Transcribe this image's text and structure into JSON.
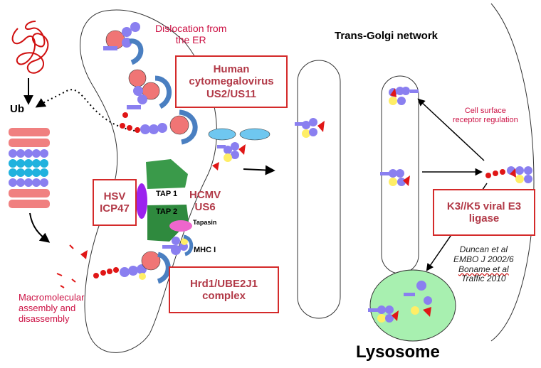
{
  "labels": {
    "ub": "Ub",
    "dislocation_line1": "Dislocation from",
    "dislocation_line2": "the ER",
    "trans_golgi": "Trans-Golgi network",
    "cell_surface_line1": "Cell surface",
    "cell_surface_line2": "receptor regulation",
    "tap1": "TAP 1",
    "tap2": "TAP 2",
    "tapasin": "Tapasin",
    "mhc": "MHC I",
    "macro_line1": "Macromolecular",
    "macro_line2": "assembly and",
    "macro_line3": "disassembly",
    "lysosome": "Lysosome",
    "hcmv_line1": "HCMV",
    "hcmv_line2": "US6"
  },
  "boxes": {
    "human_cmv": [
      "Human",
      "cytomegalovirus",
      "US2/US11"
    ],
    "hsv": [
      "HSV",
      "ICP47"
    ],
    "hrd1": [
      "Hrd1/UBE2J1",
      "complex"
    ],
    "k3k5": [
      "K3//K5 viral E3",
      "ligase"
    ]
  },
  "references": {
    "line1": "Duncan et al",
    "line2": "EMBO J 2002/6",
    "line3": "Boname et al",
    "line4": "Traffic 2010"
  },
  "colors": {
    "mhc_heavy_chain": "#f07575",
    "mhc_subunit": "#8a7ff0",
    "peptide_loader": "#ffee66",
    "chaperone": "#4a7fc1",
    "tap": "#3a9a4a",
    "icp47": "#9b22ee",
    "tapasin": "#ee66cc",
    "ubiquitin": "#e01616",
    "proteasome_end": "#f08080",
    "proteasome_core": "#21b2de",
    "lysosome": "#a8f0b0",
    "box_border": "#d42a2a",
    "box_text": "#b23a48",
    "label_red": "#cc1144"
  }
}
